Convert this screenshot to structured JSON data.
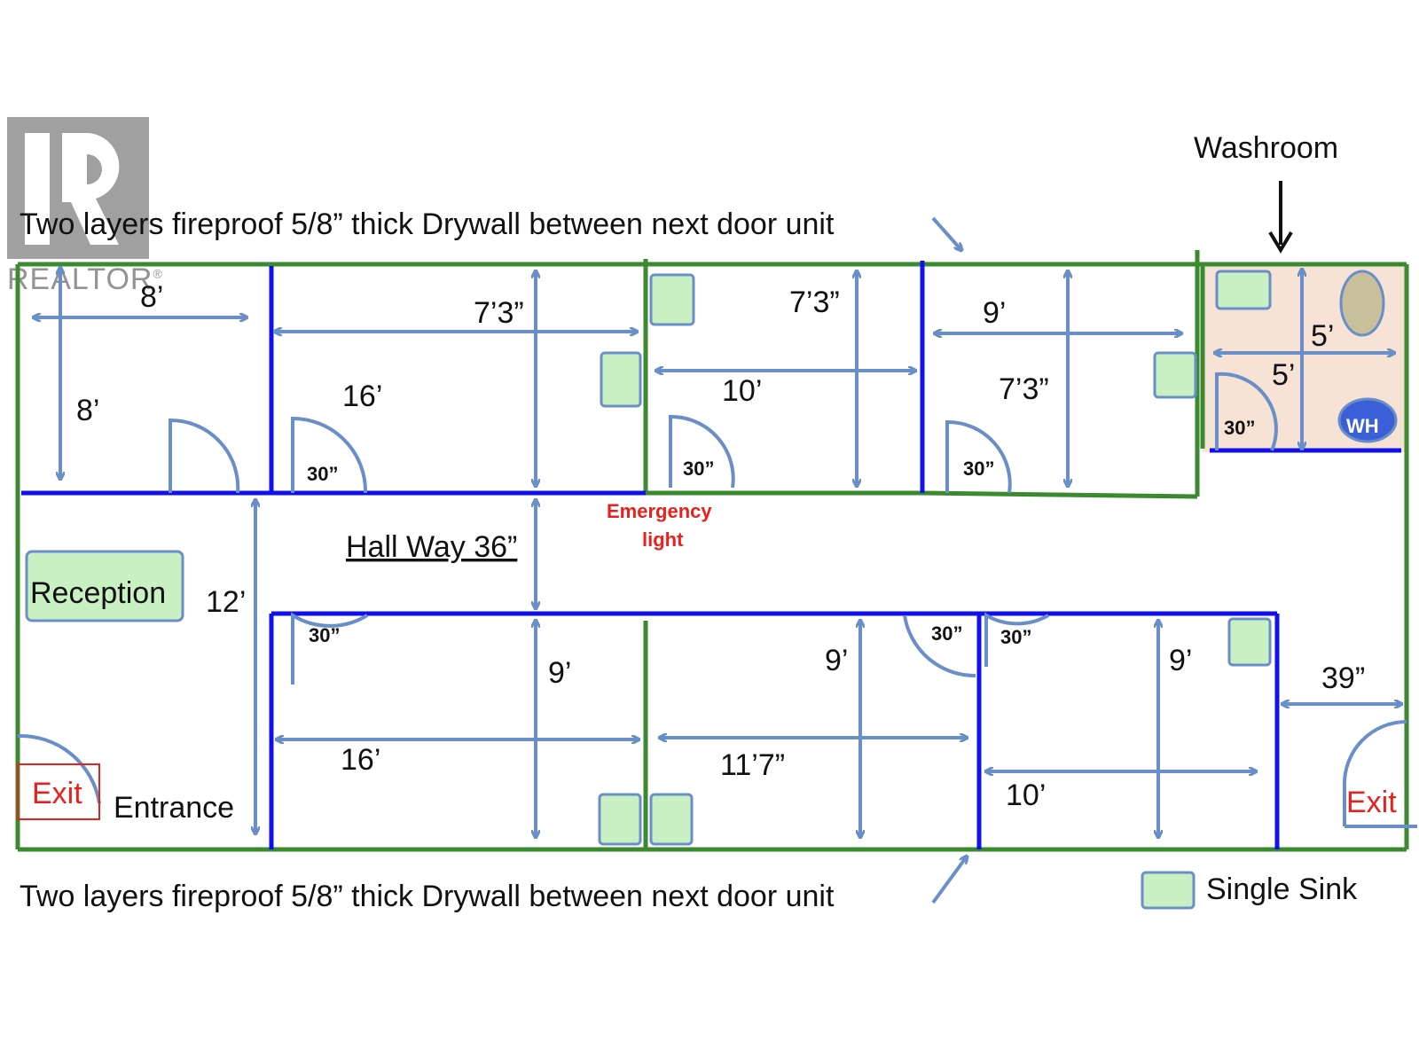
{
  "colors": {
    "outer_wall": "#3b8a2f",
    "partition": "#1010ee",
    "arrow": "#6a8ec8",
    "sink_fill": "#c9f0c2",
    "sink_stroke": "#6a8ec8",
    "washroom_fill": "#f6e3d6",
    "toilet_fill": "#c8c09a",
    "exit_red": "#e8211f"
  },
  "watermark": {
    "label": "REALTOR",
    "mark": "R",
    "registered": "®"
  },
  "labels": {
    "top_note": "Two layers fireproof 5/8” thick Drywall between next door unit",
    "bottom_note": "Two layers fireproof 5/8” thick Drywall between next door unit",
    "washroom": "Washroom",
    "reception": "Reception",
    "hallway": "Hall Way 36”",
    "emergency_line1": "Emergency",
    "emergency_line2": "light",
    "entrance": "Entrance",
    "exit_left": "Exit",
    "exit_right": "Exit",
    "legend_sink": "Single Sink",
    "water_heater": "WH"
  },
  "dimensions": {
    "room1_w": "8’",
    "room1_h": "8’",
    "room2_w": "7’3”",
    "room2_h": "16’",
    "room3_w": "10’",
    "room3_h": "7’3”",
    "room4_w": "9’",
    "room4_h": "7’3”",
    "washroom_w": "5’",
    "washroom_h": "5’",
    "hall_h": "12’",
    "room5_w": "16’",
    "room5_h": "9’",
    "room6_w": "11’7”",
    "room6_h": "9’",
    "room7_w": "10’",
    "room7_h": "9’",
    "right_gap": "39”"
  },
  "doors": {
    "d1": "30”",
    "d2": "30”",
    "d3": "30”",
    "d4": "30”",
    "d5": "30”",
    "d6": "30”",
    "d7": "30”"
  }
}
